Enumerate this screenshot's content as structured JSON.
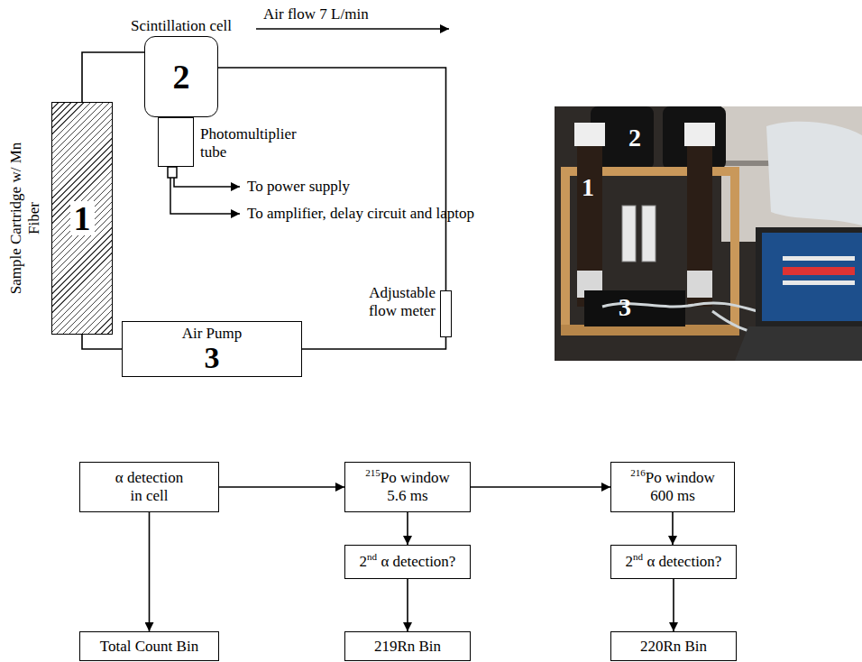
{
  "diagram": {
    "nodes": [
      {
        "text": [
          "Scintillation cell",
          "2"
        ]
      },
      {
        "text": [
          "Photomultiplier tube"
        ]
      },
      {
        "text": [
          "Sample Cartridge w/ Mn Fiber",
          "1"
        ]
      },
      {
        "text": [
          "Adjustable flow meter"
        ]
      },
      {
        "text": [
          "Air Pump",
          "3"
        ]
      },
      {
        "text": [
          "α detection in cell"
        ]
      },
      {
        "text": [
          "215Po window 5.6 ms"
        ]
      },
      {
        "text": [
          "216Po window 600 ms"
        ]
      },
      {
        "text": [
          "2nd α detection?"
        ]
      },
      {
        "text": [
          "2nd α detection?"
        ]
      },
      {
        "text": [
          "Total Count Bin"
        ]
      },
      {
        "text": [
          "219Rn Bin"
        ]
      },
      {
        "text": [
          "220Rn Bin"
        ]
      }
    ],
    "edges": [
      {
        "from": 2,
        "to": 0,
        "arrow": "none"
      },
      {
        "from": 0,
        "to": 3,
        "arrow": "none"
      },
      {
        "from": 3,
        "to": 4,
        "arrow": "none"
      },
      {
        "from": 4,
        "to": 2,
        "arrow": "none"
      },
      {
        "from": 5,
        "to": 6,
        "arrow": "to"
      },
      {
        "from": 6,
        "to": 7,
        "arrow": "to"
      },
      {
        "from": 5,
        "to": 10,
        "arrow": "to"
      },
      {
        "from": 6,
        "to": 8,
        "arrow": "to"
      },
      {
        "from": 8,
        "to": 11,
        "arrow": "to"
      },
      {
        "from": 7,
        "to": 9,
        "arrow": "to"
      },
      {
        "from": 9,
        "to": 12,
        "arrow": "to"
      }
    ],
    "labels": [
      "Air flow 7 L/min",
      "To power supply",
      "To amplifier, delay circuit and laptop",
      "2",
      "1",
      "3"
    ]
  }
}
